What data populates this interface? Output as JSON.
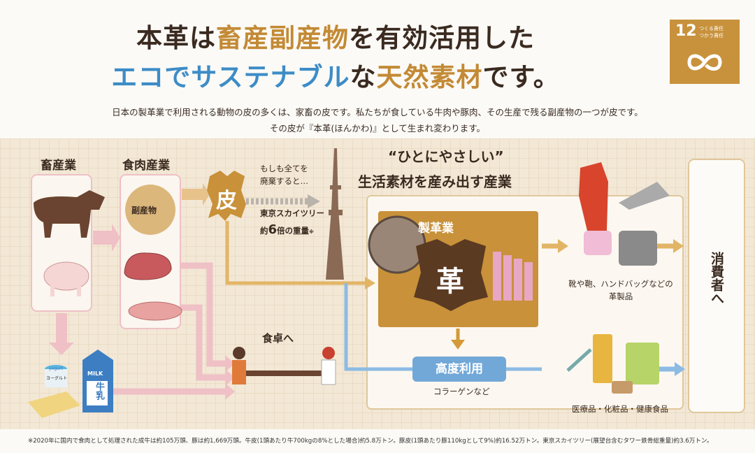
{
  "title": {
    "line1": [
      {
        "t": "本革は",
        "c": "dark"
      },
      {
        "t": "畜産副産物",
        "c": "gold"
      },
      {
        "t": "を有効活用した",
        "c": "dark"
      }
    ],
    "line2": [
      {
        "t": "エコで",
        "c": "blue"
      },
      {
        "t": "サステナブル",
        "c": "blue"
      },
      {
        "t": "な",
        "c": "dark"
      },
      {
        "t": "天然素材",
        "c": "gold"
      },
      {
        "t": "です。",
        "c": "dark"
      }
    ]
  },
  "subtitle": {
    "line1": "日本の製革業で利用される動物の皮の多くは、家畜の皮です。私たちが食している牛肉や豚肉、その生産で残る副産物の一つが皮です。",
    "line2": "その皮が『本革(ほんかわ)』として生まれ変わります。"
  },
  "sdg": {
    "number": "12",
    "text1": "つくる責任",
    "text2": "つかう責任",
    "icon": "infinity-icon"
  },
  "flow": {
    "livestock": "畜産業",
    "meat_industry": "食肉産業",
    "byproduct": "副産物",
    "hide": "皮",
    "waste_note1": "もしも全てを",
    "waste_note2": "廃棄すると…",
    "tree_note1": "東京スカイツリー",
    "tree_note2_a": "約",
    "tree_note2_b": "6",
    "tree_note2_c": "倍の重量",
    "tree_mark": "※",
    "heading1": "“ひとにやさしい”",
    "heading2": "生活素材を産み出す産業",
    "tannery": "製革業",
    "leather": "革",
    "advanced": "高度利用",
    "collagen": "コラーゲンなど",
    "goods1": "靴や鞄、ハンドバッグなどの",
    "goods2": "革製品",
    "medical": "医療品・化粧品・健康食品",
    "table": "食卓へ",
    "consumer": "消費者へ",
    "yogurt": "yogurt",
    "yogurt_jp": "ヨーグルト",
    "milk": "MILK",
    "milk_jp": "牛乳"
  },
  "footnote": "※2020年に国内で食肉として処理された成牛は約105万頭、豚は約1,669万頭。牛皮(1頭あたり牛700kgの8%とした場合)約5.8万トン。豚皮(1頭あたり豚110kgとして9%)約16.52万トン。東京スカイツリー(展望台含むタワー鉄骨総重量)約3.6万トン。",
  "colors": {
    "gold": "#c38a35",
    "blue": "#3d8cc6",
    "pink_arrow": "#efc0c6",
    "leather_dark": "#5b3a22",
    "tannery_box": "#c8913a",
    "advanced_pill": "#72a8d8"
  }
}
